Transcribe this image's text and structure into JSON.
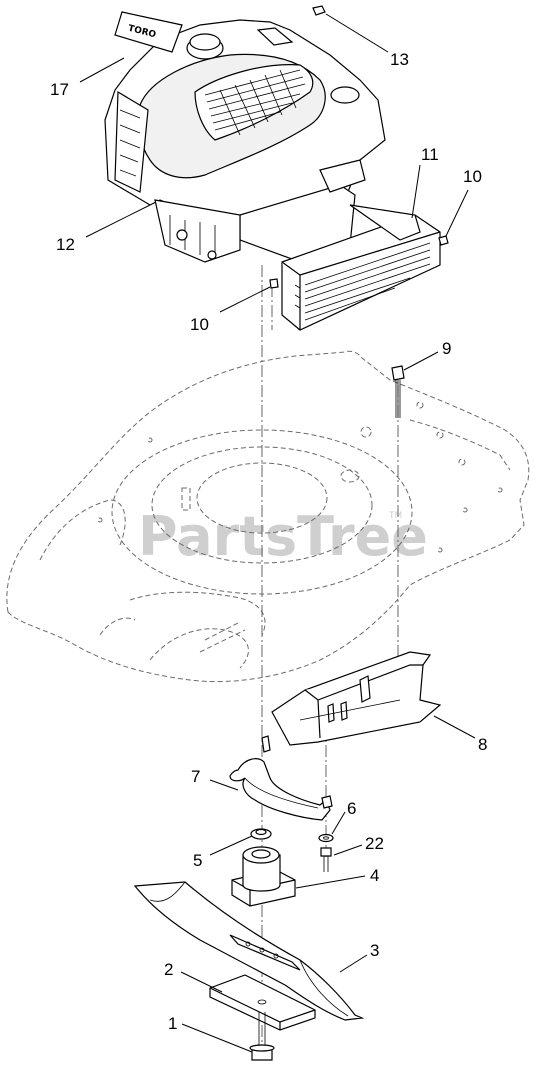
{
  "watermark": {
    "text": "PartsTree",
    "tm": "TM"
  },
  "callouts": {
    "c17": "17",
    "c13": "13",
    "c12": "12",
    "c11": "11",
    "c10a": "10",
    "c10b": "10",
    "c9": "9",
    "c8": "8",
    "c7": "7",
    "c6": "6",
    "c22": "22",
    "c5": "5",
    "c4": "4",
    "c3": "3",
    "c2": "2",
    "c1": "1"
  },
  "engine_brand_label": "TORO",
  "parts": [
    {
      "callout": "1",
      "icon": "blade-bolt-icon"
    },
    {
      "callout": "2",
      "icon": "blade-stiffener-icon"
    },
    {
      "callout": "3",
      "icon": "mower-blade-icon"
    },
    {
      "callout": "4",
      "icon": "blade-adapter-icon"
    },
    {
      "callout": "5",
      "icon": "woodruff-key-icon"
    },
    {
      "callout": "6",
      "icon": "washer-icon"
    },
    {
      "callout": "7",
      "icon": "bail-bracket-icon"
    },
    {
      "callout": "8",
      "icon": "baffle-icon"
    },
    {
      "callout": "9",
      "icon": "engine-bolt-icon"
    },
    {
      "callout": "10",
      "icon": "screw-icon"
    },
    {
      "callout": "11",
      "icon": "muffler-guard-icon"
    },
    {
      "callout": "12",
      "icon": "engine-icon"
    },
    {
      "callout": "13",
      "icon": "nut-icon"
    },
    {
      "callout": "17",
      "icon": "decal-icon"
    },
    {
      "callout": "22",
      "icon": "screw-icon"
    }
  ]
}
